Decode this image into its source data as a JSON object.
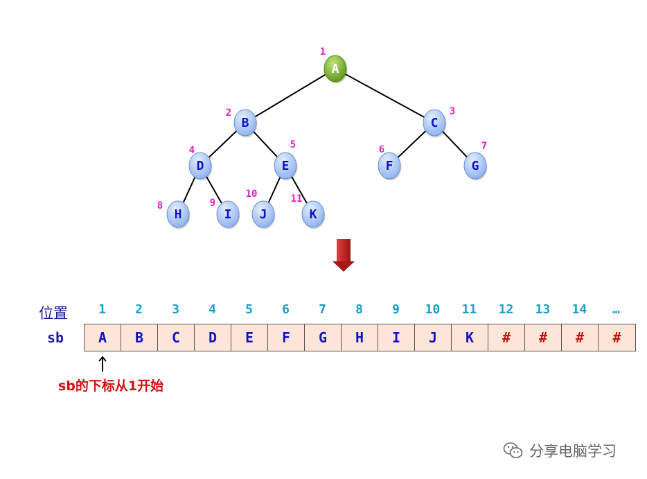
{
  "tree": {
    "nodes": [
      {
        "label": "A",
        "index": "1"
      },
      {
        "label": "B",
        "index": "2"
      },
      {
        "label": "C",
        "index": "3"
      },
      {
        "label": "D",
        "index": "4"
      },
      {
        "label": "E",
        "index": "5"
      },
      {
        "label": "F",
        "index": "6"
      },
      {
        "label": "G",
        "index": "7"
      },
      {
        "label": "H",
        "index": "8"
      },
      {
        "label": "I",
        "index": "9"
      },
      {
        "label": "J",
        "index": "10"
      },
      {
        "label": "K",
        "index": "11"
      }
    ],
    "edges": [
      [
        "A",
        "B"
      ],
      [
        "A",
        "C"
      ],
      [
        "B",
        "D"
      ],
      [
        "B",
        "E"
      ],
      [
        "C",
        "F"
      ],
      [
        "C",
        "G"
      ],
      [
        "D",
        "H"
      ],
      [
        "D",
        "I"
      ],
      [
        "E",
        "J"
      ],
      [
        "E",
        "K"
      ]
    ],
    "root_color": "#7cac2c",
    "node_color": "#aec8f4"
  },
  "array": {
    "position_label": "位置",
    "name_label": "sb",
    "indices": [
      "1",
      "2",
      "3",
      "4",
      "5",
      "6",
      "7",
      "8",
      "9",
      "10",
      "11",
      "12",
      "13",
      "14",
      "…"
    ],
    "values": [
      "A",
      "B",
      "C",
      "D",
      "E",
      "F",
      "G",
      "H",
      "I",
      "J",
      "K",
      "#",
      "#",
      "#",
      "#"
    ],
    "note": "sb的下标从1开始"
  },
  "watermark": {
    "text": "分享电脑学习",
    "icon": "wechat-icon"
  }
}
